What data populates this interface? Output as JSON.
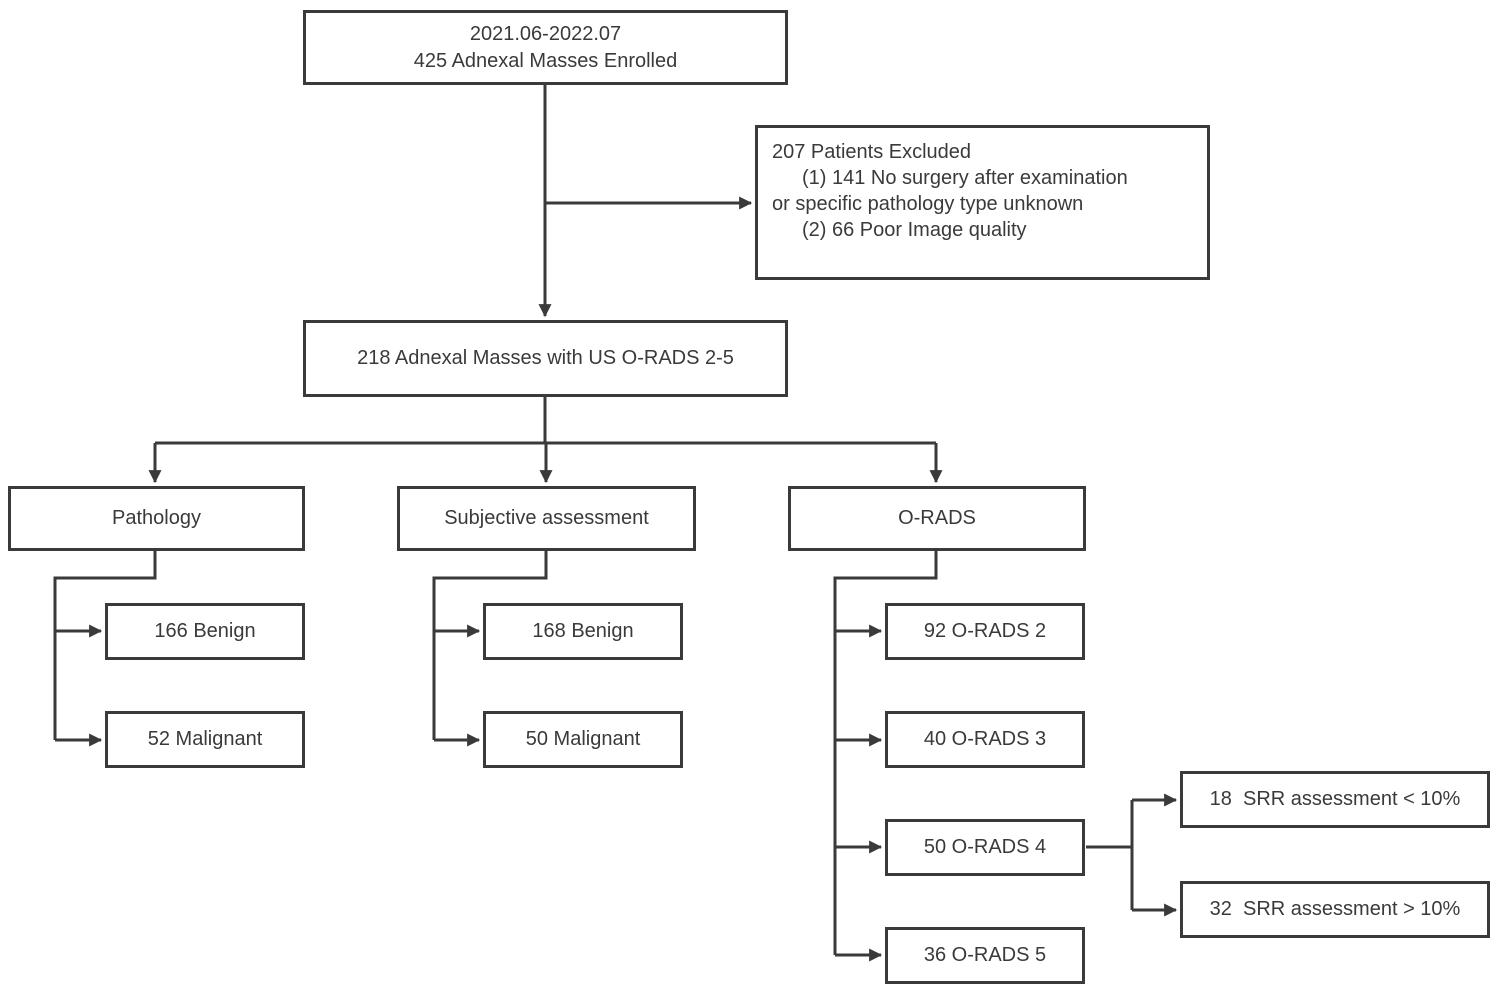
{
  "diagram": {
    "type": "flowchart",
    "nodes": {
      "enrolled": {
        "line1": "2021.06-2022.07",
        "line2": "425 Adnexal Masses Enrolled"
      },
      "excluded": {
        "line1": "207 Patients Excluded",
        "line2": "(1) 141 No surgery after examination",
        "line3": "or specific pathology type unknown",
        "line4": "(2) 66 Poor Image quality"
      },
      "orads25": {
        "label": "218 Adnexal Masses with US O-RADS 2-5"
      },
      "pathology": {
        "label": "Pathology"
      },
      "subjective": {
        "label": "Subjective assessment"
      },
      "orads": {
        "label": "O-RADS"
      },
      "path_benign": {
        "label": "166 Benign"
      },
      "path_malignant": {
        "label": "52 Malignant"
      },
      "subj_benign": {
        "label": "168 Benign"
      },
      "subj_malignant": {
        "label": "50 Malignant"
      },
      "orads2": {
        "label": "92 O-RADS 2"
      },
      "orads3": {
        "label": "40 O-RADS 3"
      },
      "orads4": {
        "label": "50 O-RADS 4"
      },
      "orads5": {
        "label": "36 O-RADS 5"
      },
      "srr_low": {
        "label": "18  SRR assessment < 10%"
      },
      "srr_high": {
        "label": "32  SRR assessment > 10%"
      }
    },
    "edges": [
      "enrolled -> orads25",
      "enrolled -> excluded",
      "orads25 -> pathology",
      "orads25 -> subjective",
      "orads25 -> orads",
      "pathology -> path_benign",
      "pathology -> path_malignant",
      "subjective -> subj_benign",
      "subjective -> subj_malignant",
      "orads -> orads2",
      "orads -> orads3",
      "orads -> orads4",
      "orads -> orads5",
      "orads4 -> srr_low",
      "orads4 -> srr_high"
    ],
    "colors": {
      "background": "#ffffff",
      "border": "#3a3a3a",
      "line": "#3a3a3a",
      "text": "#3a3a3a"
    }
  }
}
